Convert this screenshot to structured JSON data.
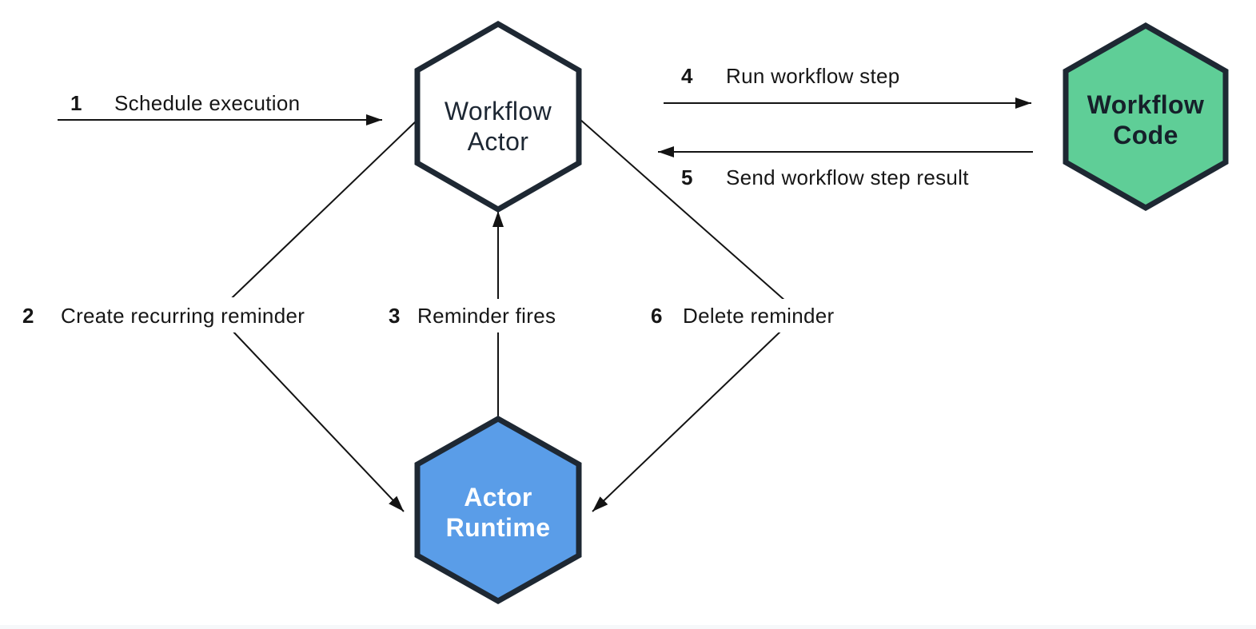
{
  "diagram": {
    "colors": {
      "background": "#ffffff",
      "node_border": "#1e2833",
      "arrow": "#131313",
      "label_text": "#161616",
      "bottom_strip": "#f6f8fa"
    },
    "nodes": [
      {
        "id": "workflow-actor",
        "label_line1": "Workflow",
        "label_line2": "Actor",
        "fill": "#ffffff",
        "text_color": "#1d2733"
      },
      {
        "id": "workflow-code",
        "label_line1": "Workflow",
        "label_line2": "Code",
        "fill": "#5fce97",
        "text_color": "#16202a"
      },
      {
        "id": "actor-runtime",
        "label_line1": "Actor",
        "label_line2": "Runtime",
        "fill": "#5a9de8",
        "text_color": "#ffffff"
      }
    ],
    "edges": [
      {
        "num": "1",
        "label": "Schedule execution",
        "from": "external",
        "to": "workflow-actor"
      },
      {
        "num": "2",
        "label": "Create recurring reminder",
        "from": "workflow-actor",
        "to": "actor-runtime"
      },
      {
        "num": "3",
        "label": "Reminder fires",
        "from": "actor-runtime",
        "to": "workflow-actor"
      },
      {
        "num": "4",
        "label": "Run workflow step",
        "from": "workflow-actor",
        "to": "workflow-code"
      },
      {
        "num": "5",
        "label": "Send workflow step result",
        "from": "workflow-code",
        "to": "workflow-actor"
      },
      {
        "num": "6",
        "label": "Delete reminder",
        "from": "workflow-actor",
        "to": "actor-runtime"
      }
    ]
  }
}
